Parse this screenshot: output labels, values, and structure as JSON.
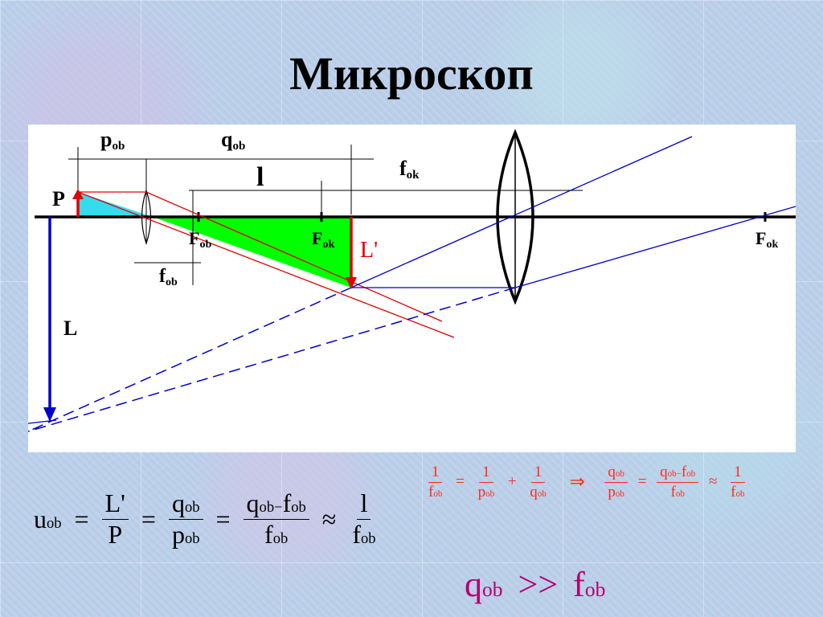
{
  "title": "Микроскоп",
  "diagram_labels": {
    "p_ob": {
      "main": "p",
      "sub": "ob"
    },
    "q_ob": {
      "main": "q",
      "sub": "ob"
    },
    "l": "l",
    "f_ok_top": {
      "main": "f",
      "sub": "ok"
    },
    "P": "P",
    "F_ob": {
      "main": "F",
      "sub": "ob"
    },
    "F_ok_mid": {
      "main": "F",
      "sub": "ok"
    },
    "L_prime": "L'",
    "F_ok_right": {
      "main": "F",
      "sub": "ok"
    },
    "f_ob_bottom": {
      "main": "f",
      "sub": "ob"
    },
    "L": "L"
  },
  "formula_magnification": {
    "u": "u",
    "u_sub": "ob",
    "eq": "=",
    "f1_num": "L'",
    "f1_den": "P",
    "f2_num_main": "q",
    "f2_num_sub": "ob",
    "f2_den_main": "p",
    "f2_den_sub": "ob",
    "f3_num_main1": "q",
    "f3_num_sub1": "ob",
    "f3_minus": "−",
    "f3_num_main2": "f",
    "f3_num_sub2": "ob",
    "f3_den_main": "f",
    "f3_den_sub": "ob",
    "approx": "≈",
    "f4_num": "l",
    "f4_den_main": "f",
    "f4_den_sub": "ob"
  },
  "formula_lens": {
    "one": "1",
    "f_main": "f",
    "ob": "ob",
    "p_main": "p",
    "q_main": "q",
    "eq": "=",
    "plus": "+",
    "implies": "⇒",
    "minus": "−",
    "approx": "≈"
  },
  "inequality": {
    "q": "q",
    "q_sub": "ob",
    "op": ">>",
    "f": "f",
    "f_sub": "ob"
  },
  "colors": {
    "axis": "#000000",
    "blue_rays": "#0000cc",
    "red_rays": "#e00000",
    "green_triangle": "#00ff00",
    "cyan_triangle": "#33ddee",
    "formula_red": "#ff2a1a",
    "inequality_magenta": "#b40070"
  }
}
